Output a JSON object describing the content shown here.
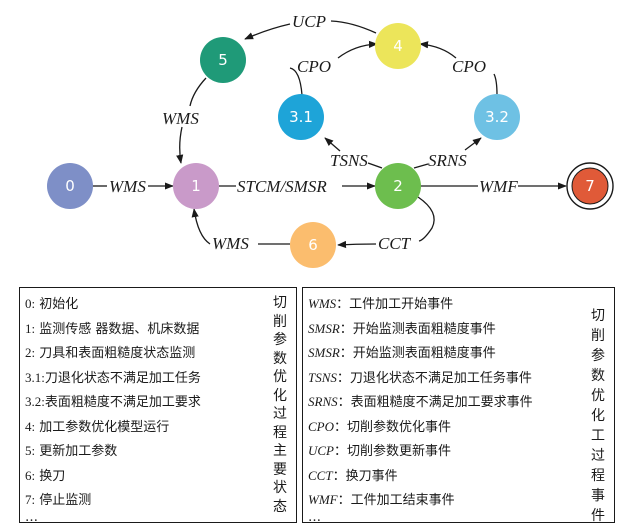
{
  "diagram": {
    "nodes": [
      {
        "id": "0",
        "label": "0",
        "color": "#7e8fc7"
      },
      {
        "id": "1",
        "label": "1",
        "color": "#c99ac9"
      },
      {
        "id": "2",
        "label": "2",
        "color": "#6dbe4e"
      },
      {
        "id": "3.1",
        "label": "3.1",
        "color": "#1ea4d8"
      },
      {
        "id": "3.2",
        "label": "3.2",
        "color": "#6ec1e4"
      },
      {
        "id": "4",
        "label": "4",
        "color": "#ece55a"
      },
      {
        "id": "5",
        "label": "5",
        "color": "#1f9a78"
      },
      {
        "id": "6",
        "label": "6",
        "color": "#fbbd6e"
      },
      {
        "id": "7",
        "label": "7",
        "color": "#e05a38"
      }
    ],
    "edges": [
      {
        "from": "0",
        "to": "1",
        "label": "WMS"
      },
      {
        "from": "1",
        "to": "2",
        "label": "STCM/SMSR"
      },
      {
        "from": "2",
        "to": "7",
        "label": "WMF"
      },
      {
        "from": "2",
        "to": "3.1",
        "label": "TSNS"
      },
      {
        "from": "2",
        "to": "3.2",
        "label": "SRNS"
      },
      {
        "from": "3.1",
        "to": "4",
        "label": "CPO"
      },
      {
        "from": "3.2",
        "to": "4",
        "label": "CPO"
      },
      {
        "from": "4",
        "to": "5",
        "label": "UCP"
      },
      {
        "from": "5",
        "to": "1",
        "label": "WMS"
      },
      {
        "from": "2",
        "to": "6",
        "label": "CCT"
      },
      {
        "from": "6",
        "to": "1",
        "label": "WMS"
      }
    ]
  },
  "legend_left": {
    "title": "切削参数优化过程主要状态",
    "rows": [
      {
        "code": "0:",
        "text": "初始化"
      },
      {
        "code": "1:",
        "text": "监测传感 器数据、机床数据"
      },
      {
        "code": "2:",
        "text": "刀具和表面粗糙度状态监测"
      },
      {
        "code": "3.1:",
        "text": "刀退化状态不满足加工任务"
      },
      {
        "code": "3.2:",
        "text": "表面粗糙度不满足加工要求"
      },
      {
        "code": "4:",
        "text": "加工参数优化模型运行"
      },
      {
        "code": "5:",
        "text": "更新加工参数"
      },
      {
        "code": "6:",
        "text": "换刀"
      },
      {
        "code": "7:",
        "text": "停止监测"
      }
    ],
    "ellipsis": "…"
  },
  "legend_right": {
    "title": "切削参数优化工过程事件",
    "rows": [
      {
        "code": "WMS",
        "text": "：工件加工开始事件"
      },
      {
        "code": "SMSR",
        "text": "：开始监测表面粗糙度事件"
      },
      {
        "code": "SMSR",
        "text": "：开始监测表面粗糙度事件"
      },
      {
        "code": "TSNS",
        "text": "：刀退化状态不满足加工任务事件"
      },
      {
        "code": "SRNS",
        "text": "：表面粗糙度不满足加工要求事件"
      },
      {
        "code": "CPO",
        "text": "：切削参数优化事件"
      },
      {
        "code": "UCP",
        "text": "：切削参数更新事件"
      },
      {
        "code": "CCT",
        "text": "：换刀事件"
      },
      {
        "code": "WMF",
        "text": "：工件加工结束事件"
      }
    ],
    "ellipsis": "…"
  }
}
